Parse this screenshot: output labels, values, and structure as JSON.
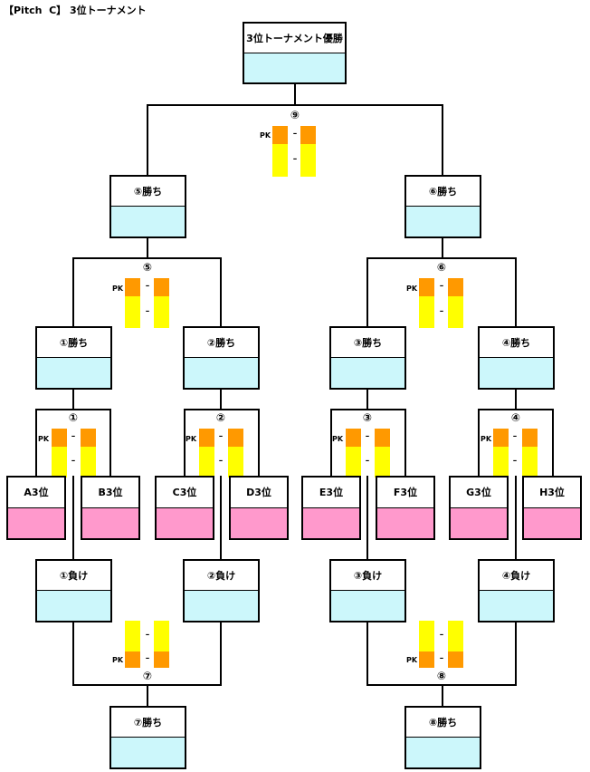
{
  "title": "【Pitch  C】 3位トーナメント",
  "colors": {
    "win_fill": "#ccf7fb",
    "team_fill": "#ff99cc",
    "pk_score": "#ff9900",
    "score": "#ffff00",
    "line": "#000000"
  },
  "champion": {
    "label": "3位トーナメント優勝"
  },
  "pk_label": "PK",
  "dash": "–",
  "matches": {
    "m1": {
      "label": "①"
    },
    "m2": {
      "label": "②"
    },
    "m3": {
      "label": "③"
    },
    "m4": {
      "label": "④"
    },
    "m5": {
      "label": "⑤"
    },
    "m6": {
      "label": "⑥"
    },
    "m7": {
      "label": "⑦"
    },
    "m8": {
      "label": "⑧"
    },
    "m9": {
      "label": "⑨"
    }
  },
  "teams": [
    {
      "label": "A3位"
    },
    {
      "label": "B3位"
    },
    {
      "label": "C3位"
    },
    {
      "label": "D3位"
    },
    {
      "label": "E3位"
    },
    {
      "label": "F3位"
    },
    {
      "label": "G3位"
    },
    {
      "label": "H3位"
    }
  ],
  "winners": {
    "w1": {
      "label": "①勝ち"
    },
    "w2": {
      "label": "②勝ち"
    },
    "w3": {
      "label": "③勝ち"
    },
    "w4": {
      "label": "④勝ち"
    },
    "w5": {
      "label": "⑤勝ち"
    },
    "w6": {
      "label": "⑥勝ち"
    },
    "w7": {
      "label": "⑦勝ち"
    },
    "w8": {
      "label": "⑧勝ち"
    }
  },
  "losers": {
    "l1": {
      "label": "①負け"
    },
    "l2": {
      "label": "②負け"
    },
    "l3": {
      "label": "③負け"
    },
    "l4": {
      "label": "④負け"
    }
  }
}
